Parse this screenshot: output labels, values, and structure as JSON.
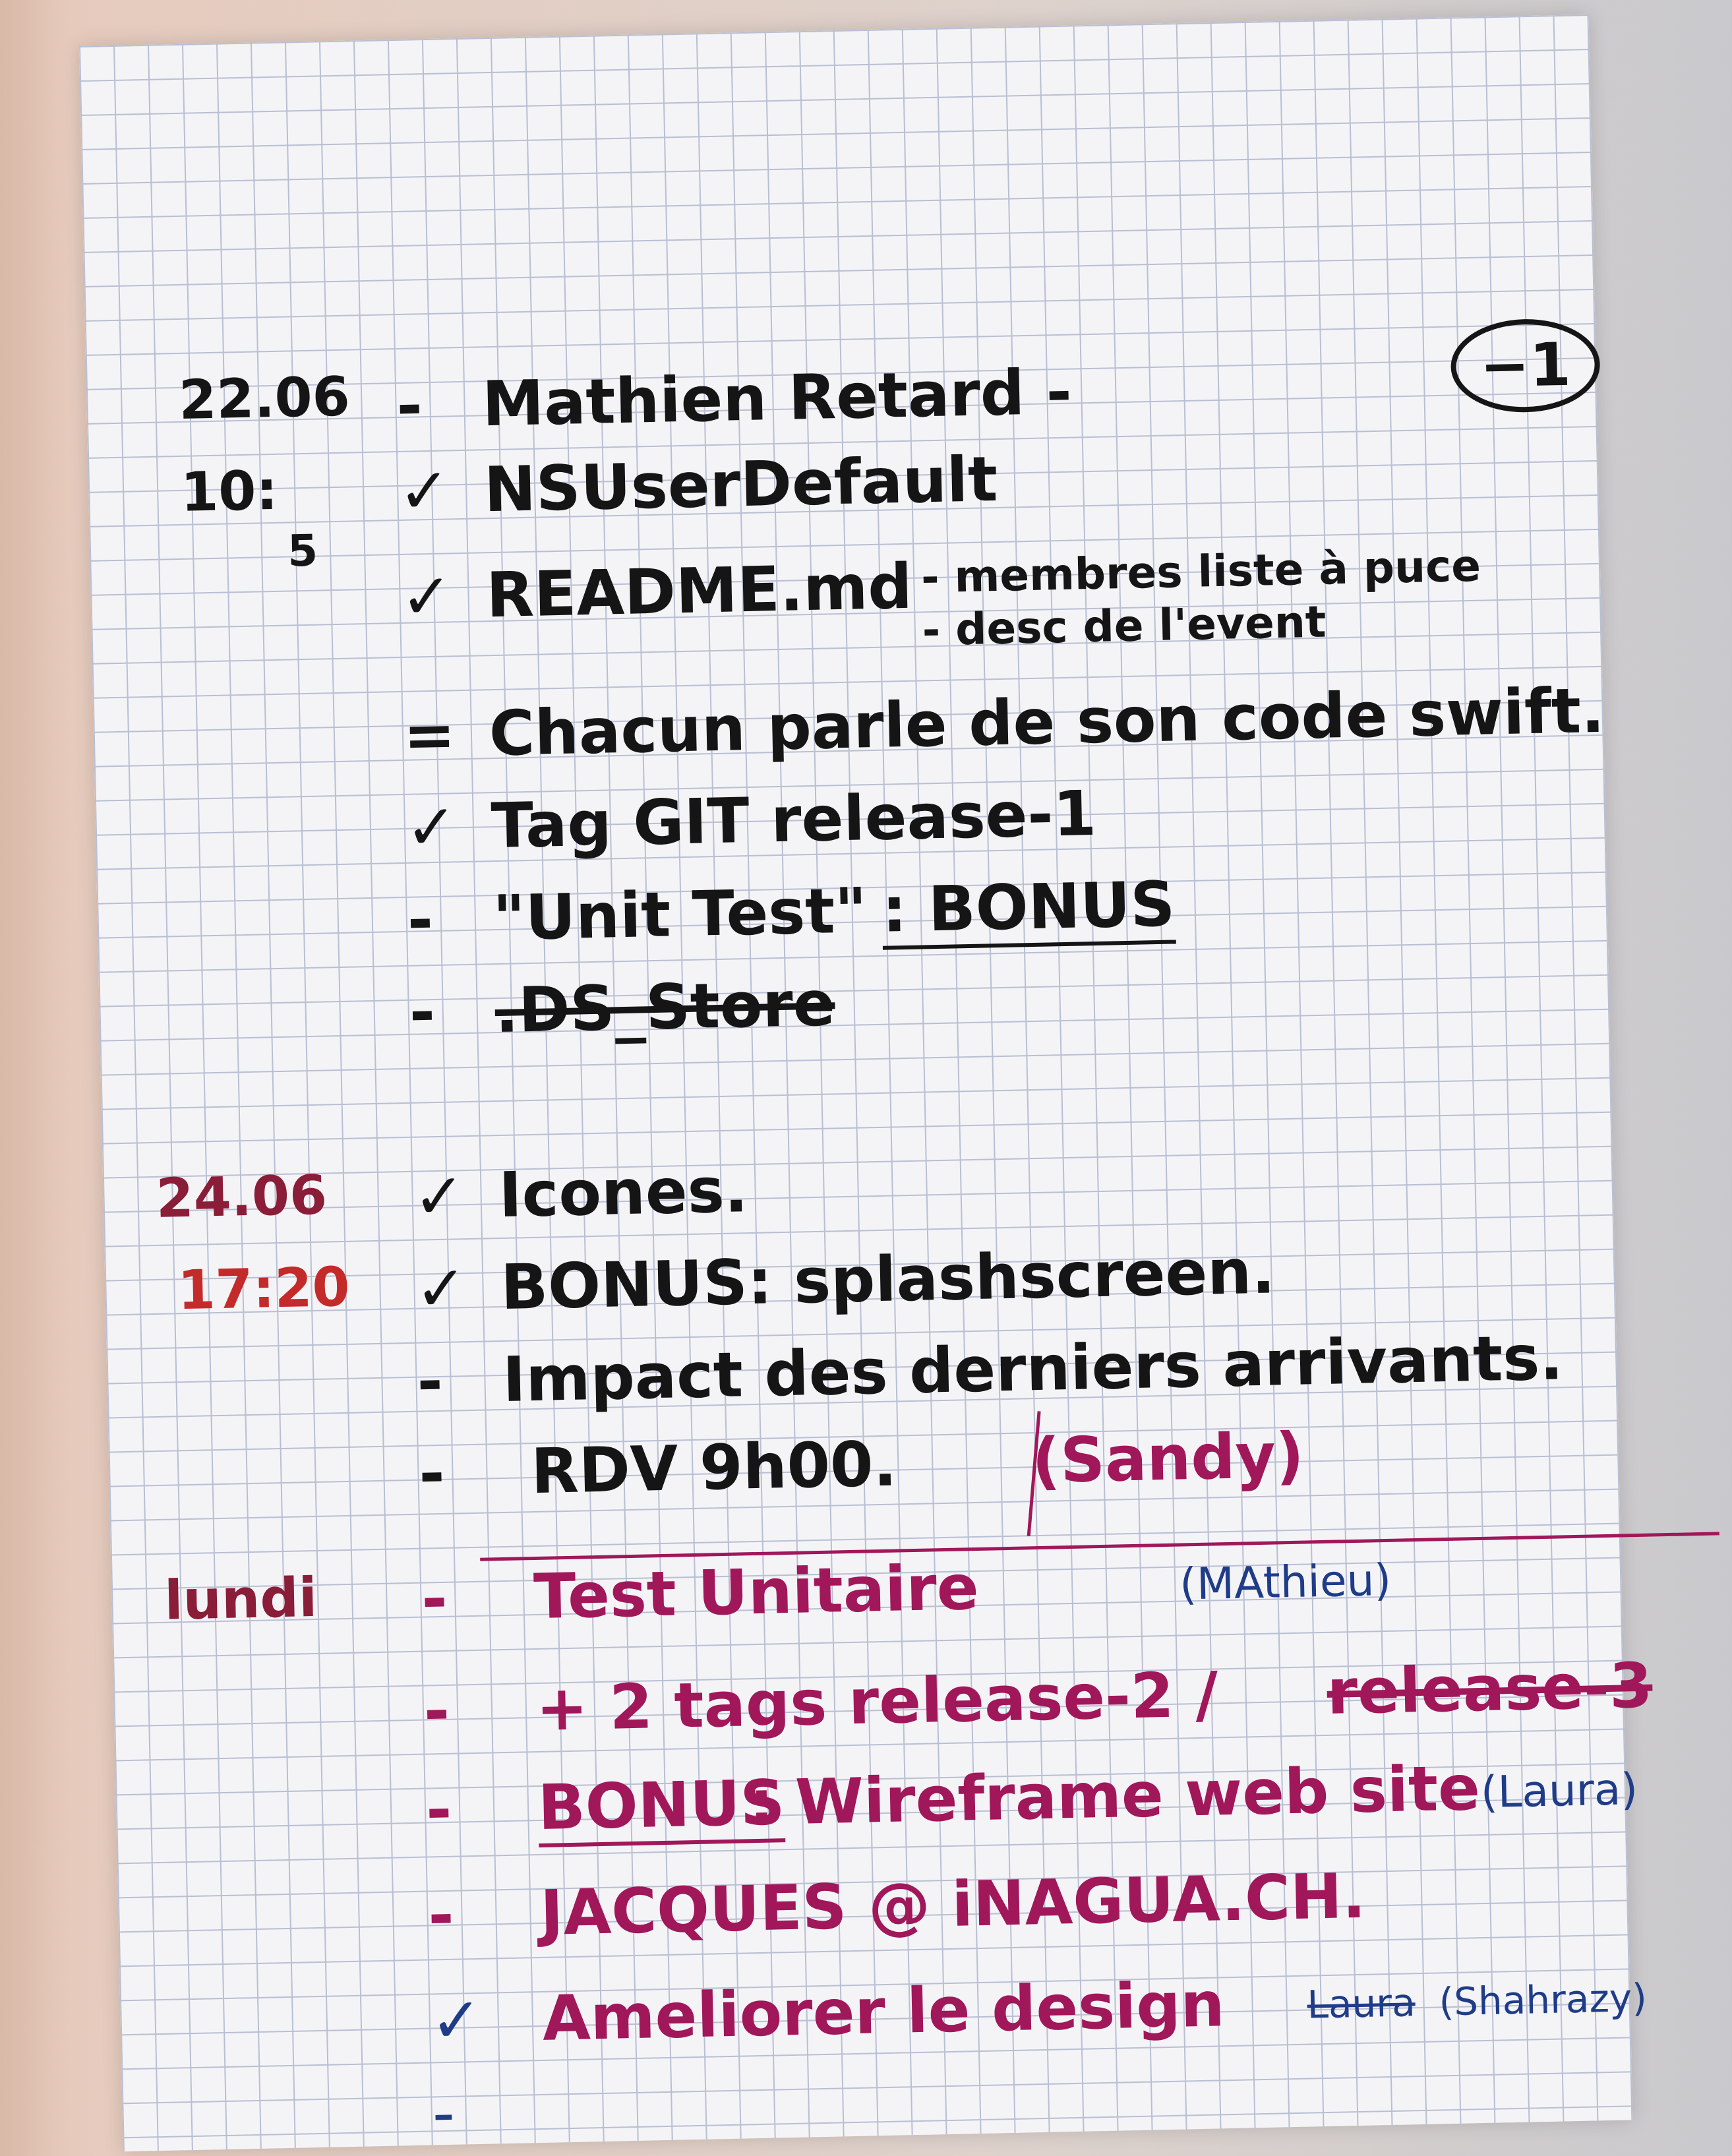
{
  "note": {
    "badge": "−1",
    "block1": {
      "date": "22.06",
      "time": "10:",
      "time2": "5",
      "items": [
        {
          "mark": "-",
          "text": "Mathien Retard -"
        },
        {
          "mark": "✓",
          "text": "NSUserDefault"
        },
        {
          "mark": "✓",
          "text": "README.md"
        },
        {
          "mark": "=",
          "text": "Chacun parle de son code swift."
        },
        {
          "mark": "✓",
          "text": "Tag GIT release-1"
        },
        {
          "mark": "-",
          "text": "\"Unit Test\"",
          "extra": ": BONUS"
        },
        {
          "mark": "-",
          "text": ".DS_Store"
        }
      ],
      "readme_sub": [
        "- membres liste à puce",
        "- desc de l'event"
      ]
    },
    "block2": {
      "date": "24.06",
      "time": "17:20",
      "items": [
        {
          "mark": "✓",
          "text": "Icones."
        },
        {
          "mark": "✓",
          "text": "BONUS: splashscreen."
        },
        {
          "mark": "-",
          "text": "Impact des derniers arrivants."
        },
        {
          "mark": "-",
          "text": "RDV 9h00.",
          "extra": "(Sandy)"
        }
      ]
    },
    "block3": {
      "day": "lundi",
      "items": [
        {
          "mark": "-",
          "text": "Test Unitaire",
          "extra": "(MAthieu)"
        },
        {
          "mark": "-",
          "text": "+ 2 tags release-2 /",
          "extra": "release-3"
        },
        {
          "mark": "-",
          "text": "BONUS",
          "rest": ": Wireframe web site",
          "extra": "(Laura)"
        },
        {
          "mark": "-",
          "text": "JACQUES @ iNAGUA.CH."
        },
        {
          "mark": "✓",
          "text": "Ameliorer le design",
          "extra_struck": "Laura",
          "extra": "(Shahrazy)"
        },
        {
          "mark": "-",
          "text": ""
        }
      ]
    }
  }
}
